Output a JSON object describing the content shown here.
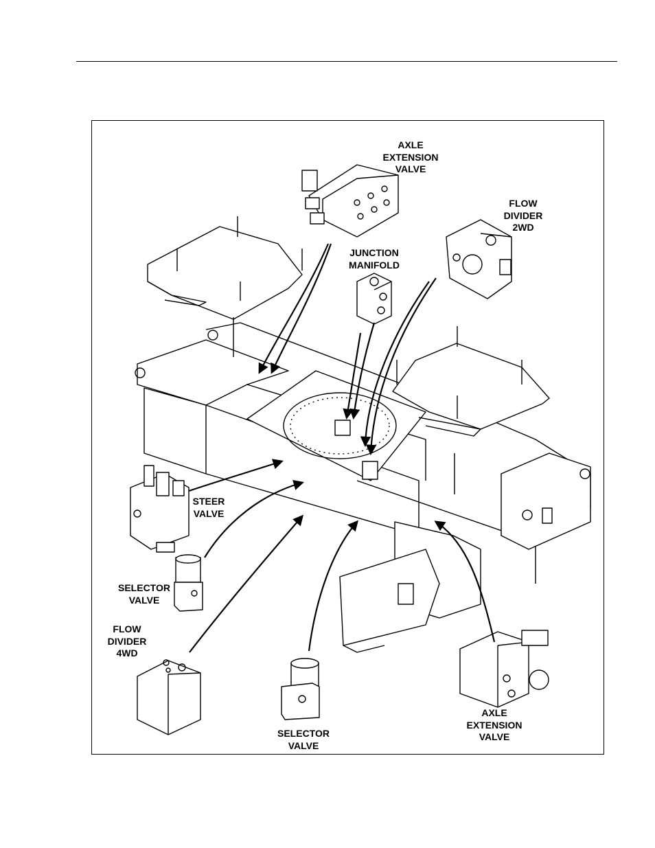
{
  "labels": {
    "axle_extension_top": [
      "AXLE",
      "EXTENSION",
      "VALVE"
    ],
    "flow_divider_2wd": [
      "FLOW",
      "DIVIDER",
      "2WD"
    ],
    "junction_manifold": [
      "JUNCTION",
      "MANIFOLD"
    ],
    "steer_valve": [
      "STEER",
      "VALVE"
    ],
    "selector_valve_left": [
      "SELECTOR",
      "VALVE"
    ],
    "flow_divider_4wd": [
      "FLOW",
      "DIVIDER",
      "4WD"
    ],
    "selector_valve_bottom": [
      "SELECTOR",
      "VALVE"
    ],
    "axle_extension_bottom": [
      "AXLE",
      "EXTENSION",
      "VALVE"
    ]
  }
}
